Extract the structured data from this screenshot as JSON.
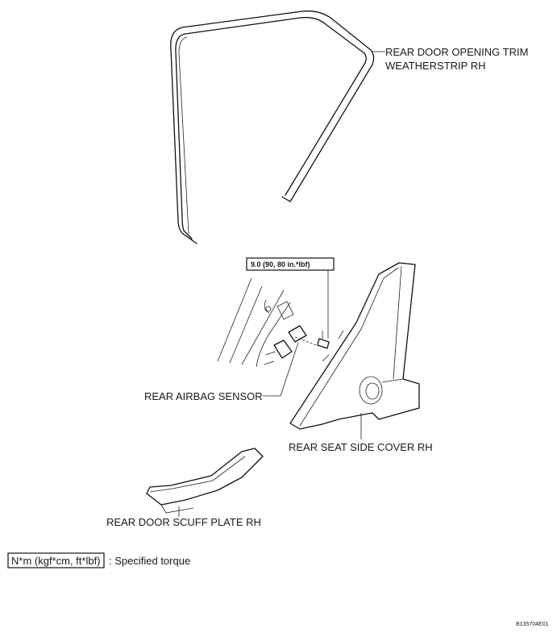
{
  "diagram": {
    "labels": {
      "weatherstrip_line1": "REAR DOOR OPENING TRIM",
      "weatherstrip_line2": "WEATHERSTRIP RH",
      "torque_box": "9.0 (90, 80 in.*lbf)",
      "airbag_sensor": "REAR AIRBAG SENSOR",
      "seat_side_cover": "REAR SEAT SIDE COVER RH",
      "scuff_plate": "REAR DOOR SCUFF PLATE RH"
    },
    "legend": {
      "box_text": "N*m (kgf*cm, ft*lbf)",
      "description": ": Specified torque"
    },
    "figure_id": "B135704E01"
  }
}
